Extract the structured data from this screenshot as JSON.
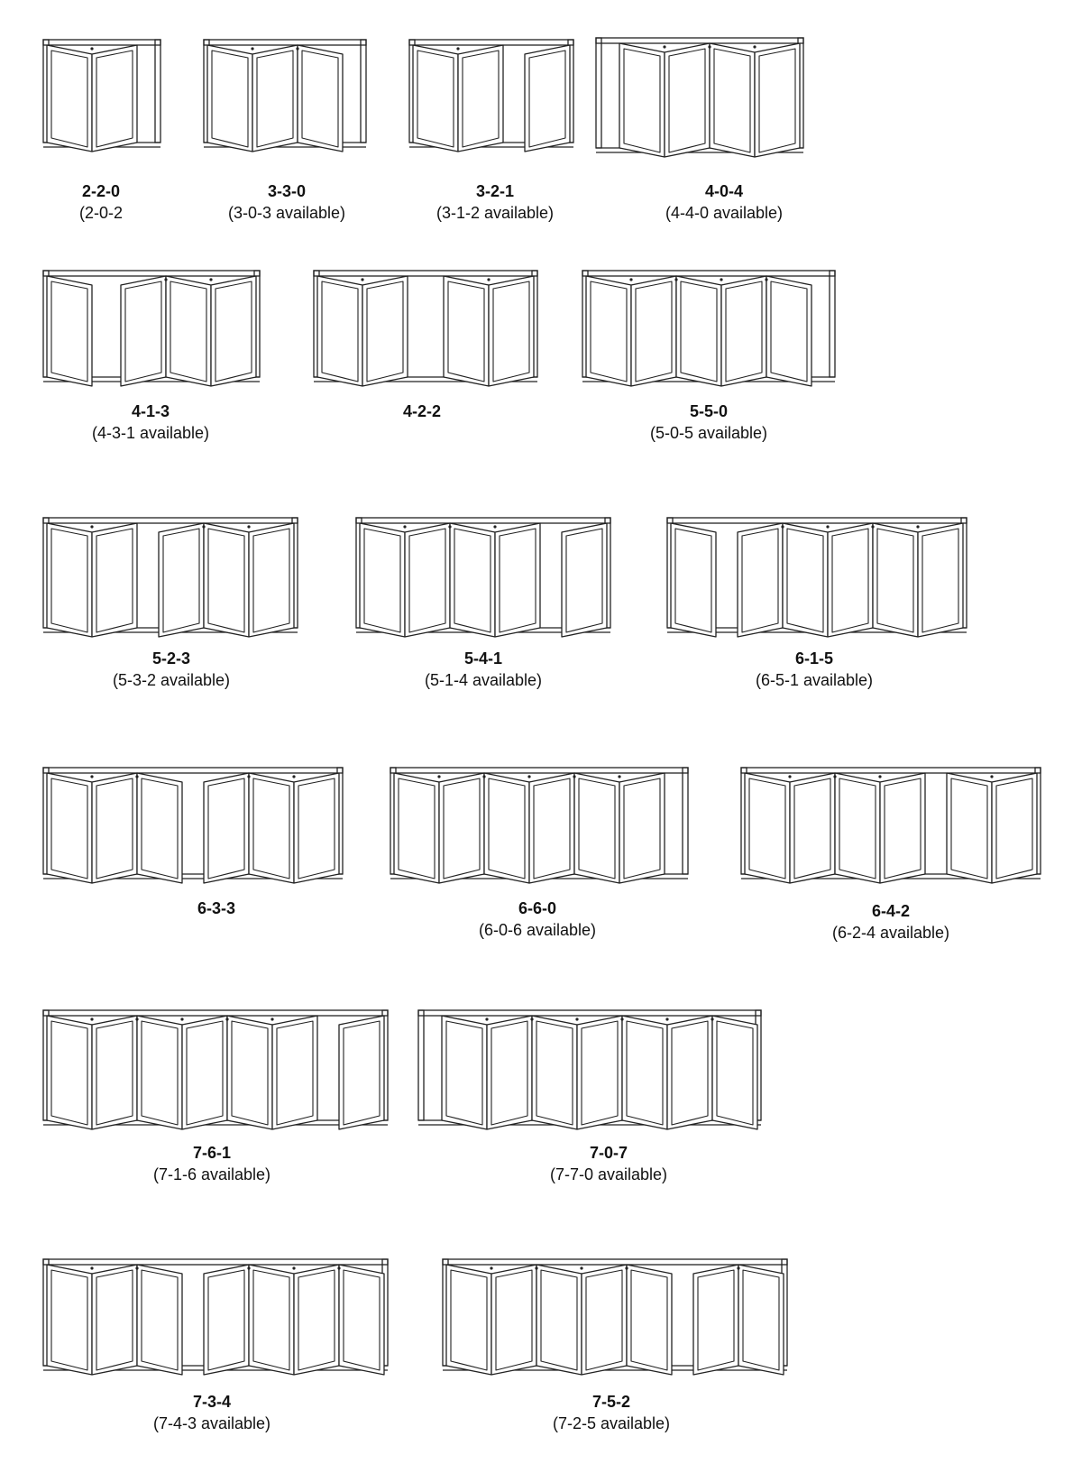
{
  "configurations": [
    {
      "code": "2-2-0",
      "alternate": "(2-0-2",
      "panels": [
        "L",
        "R"
      ],
      "gaps": [],
      "frame_open": "right"
    },
    {
      "code": "3-3-0",
      "alternate": "(3-0-3 available)",
      "panels": [
        "L",
        "R",
        "L"
      ],
      "gaps": [],
      "frame_open": "right"
    },
    {
      "code": "3-2-1",
      "alternate": "(3-1-2 available)",
      "panels": [
        "L",
        "R",
        "R"
      ],
      "gaps": [
        2
      ],
      "frame_open": "none"
    },
    {
      "code": "4-0-4",
      "alternate": "(4-4-0 available)",
      "panels": [
        "L",
        "R",
        "L",
        "R"
      ],
      "gaps": [],
      "frame_open": "left"
    },
    {
      "code": "4-1-3",
      "alternate": "(4-3-1 available)",
      "panels": [
        "L",
        "R",
        "L",
        "R"
      ],
      "gaps": [
        1
      ],
      "frame_open": "none"
    },
    {
      "code": "4-2-2",
      "alternate": "",
      "panels": [
        "L",
        "R",
        "L",
        "R"
      ],
      "gaps": [
        2
      ],
      "frame_open": "none"
    },
    {
      "code": "5-5-0",
      "alternate": "(5-0-5 available)",
      "panels": [
        "L",
        "R",
        "L",
        "R",
        "L"
      ],
      "gaps": [],
      "frame_open": "right"
    },
    {
      "code": "5-2-3",
      "alternate": "(5-3-2 available)",
      "panels": [
        "L",
        "R",
        "R",
        "L",
        "R"
      ],
      "gaps": [
        2
      ],
      "frame_open": "none"
    },
    {
      "code": "5-4-1",
      "alternate": "(5-1-4 available)",
      "panels": [
        "L",
        "R",
        "L",
        "R",
        "R"
      ],
      "gaps": [
        4
      ],
      "frame_open": "none"
    },
    {
      "code": "6-1-5",
      "alternate": "(6-5-1 available)",
      "panels": [
        "L",
        "R",
        "L",
        "R",
        "L",
        "R"
      ],
      "gaps": [
        1
      ],
      "frame_open": "none"
    },
    {
      "code": "6-3-3",
      "alternate": "",
      "panels": [
        "L",
        "R",
        "L",
        "R",
        "L",
        "R"
      ],
      "gaps": [
        3
      ],
      "frame_open": "none"
    },
    {
      "code": "6-6-0",
      "alternate": "(6-0-6 available)",
      "panels": [
        "L",
        "R",
        "L",
        "R",
        "L",
        "R"
      ],
      "gaps": [],
      "frame_open": "right"
    },
    {
      "code": "6-4-2",
      "alternate": "(6-2-4 available)",
      "panels": [
        "L",
        "R",
        "L",
        "R",
        "L",
        "R"
      ],
      "gaps": [
        4
      ],
      "frame_open": "none"
    },
    {
      "code": "7-6-1",
      "alternate": "(7-1-6 available)",
      "panels": [
        "L",
        "R",
        "L",
        "R",
        "L",
        "R",
        "R"
      ],
      "gaps": [
        6
      ],
      "frame_open": "none"
    },
    {
      "code": "7-0-7",
      "alternate": "(7-7-0 available)",
      "panels": [
        "L",
        "R",
        "L",
        "R",
        "L",
        "R",
        "L"
      ],
      "gaps": [],
      "frame_open": "left"
    },
    {
      "code": "7-3-4",
      "alternate": "(7-4-3 available)",
      "panels": [
        "L",
        "R",
        "L",
        "R",
        "L",
        "R",
        "L"
      ],
      "gaps": [
        3
      ],
      "frame_open": "none"
    },
    {
      "code": "7-5-2",
      "alternate": "(7-2-5 available)",
      "panels": [
        "L",
        "R",
        "L",
        "R",
        "L",
        "R",
        "L"
      ],
      "gaps": [
        5
      ],
      "frame_open": "none"
    }
  ]
}
